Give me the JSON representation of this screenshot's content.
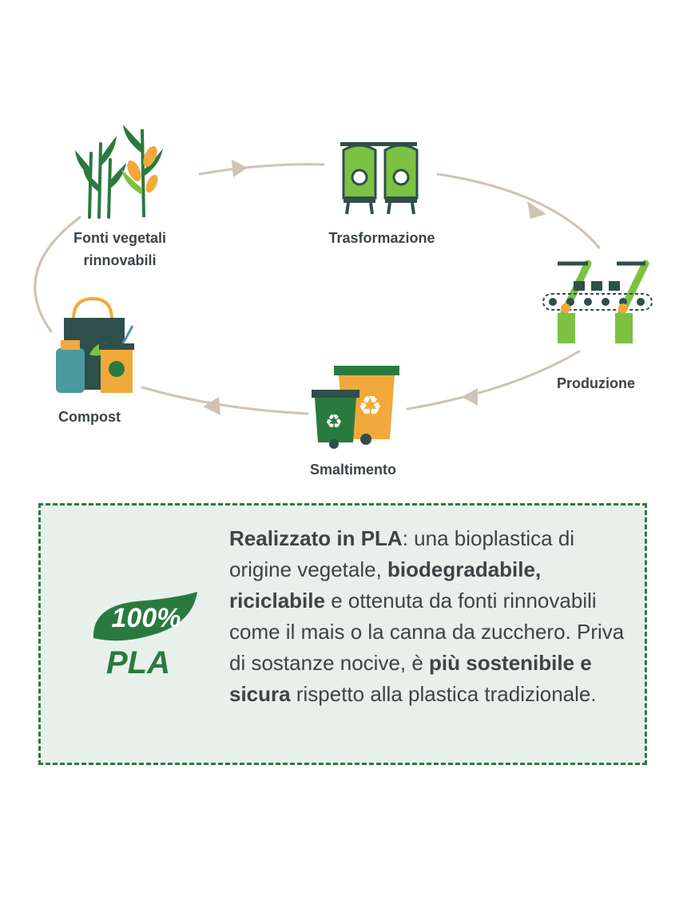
{
  "cycle": {
    "nodes": [
      {
        "id": "fonti",
        "label_line1": "Fonti vegetali",
        "label_line2": "rinnovabili",
        "icon": "plants-icon"
      },
      {
        "id": "trasformazione",
        "label": "Trasformazione",
        "icon": "tanks-icon"
      },
      {
        "id": "produzione",
        "label": "Produzione",
        "icon": "assembly-line-icon"
      },
      {
        "id": "smaltimento",
        "label": "Smaltimento",
        "icon": "recycle-bins-icon"
      },
      {
        "id": "compost",
        "label": "Compost",
        "icon": "products-icon"
      }
    ]
  },
  "badge": {
    "top": "100%",
    "bottom": "PLA"
  },
  "info": {
    "seg1": "Realizzato in PLA",
    "seg2": ": una bioplastica di origine vegetale, ",
    "seg3": "biodegradabile, riciclabile",
    "seg4": " e ottenuta da fonti rinnovabili come il mais o la canna da zucchero. Priva di sostanze nocive, è ",
    "seg5": "più sostenibile e sicura",
    "seg6": " rispetto alla plastica tradizionale."
  },
  "colors": {
    "green_dark": "#2a7a3f",
    "green_light": "#7cc242",
    "teal_dark": "#2f4f4a",
    "orange": "#f2a93b",
    "arrow": "#cfc3b4",
    "box_bg": "#e8f0ec"
  }
}
